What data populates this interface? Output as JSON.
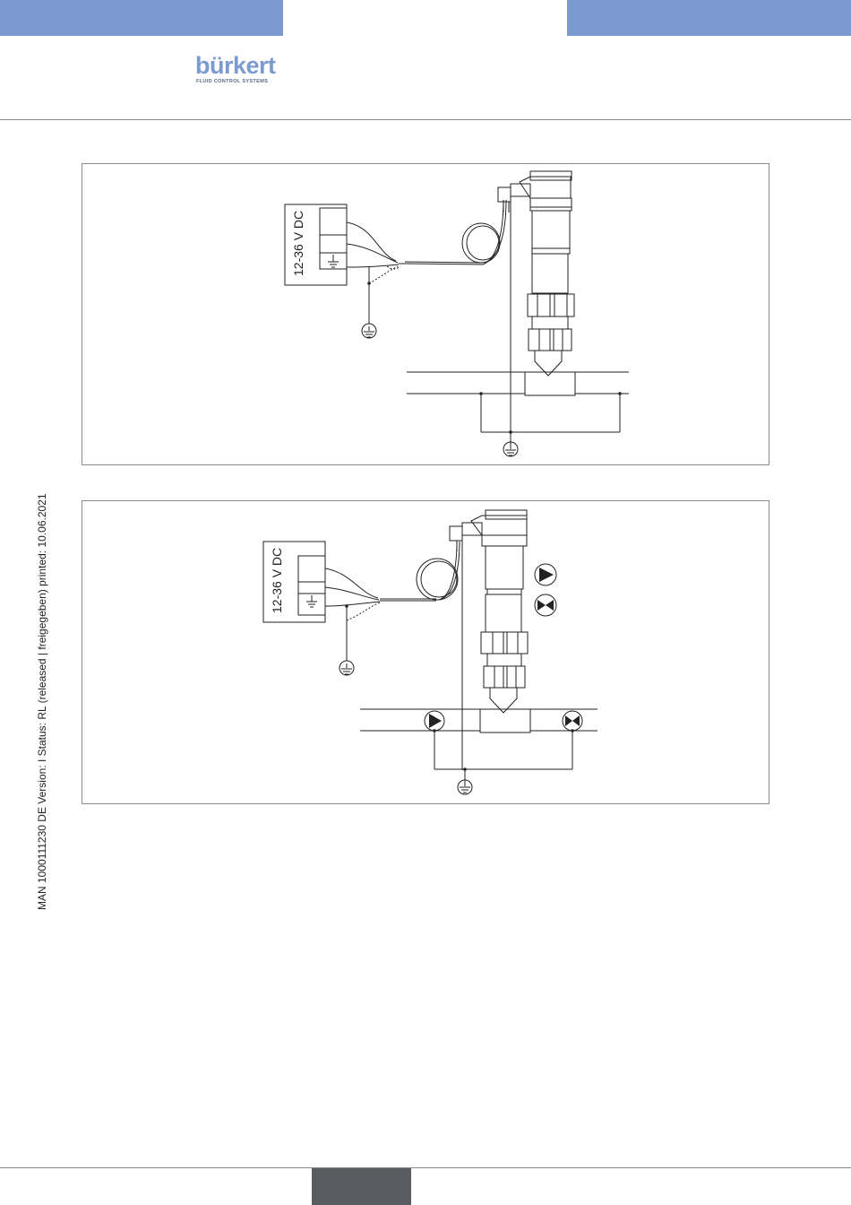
{
  "header": {
    "brand": "bürkert",
    "tagline": "FLUID CONTROL SYSTEMS",
    "accent_color": "#7b9bd0"
  },
  "figure1": {
    "supply_label": "12-36 V DC"
  },
  "figure2": {
    "supply_label": "12-36 V DC"
  },
  "side_note": "MAN  1000111230  DE  Version: I Status: RL (released | freigegeben)  printed: 10.06.2021",
  "icons": [
    "ground-icon",
    "pump-icon",
    "valve-icon",
    "sensor-device-icon"
  ]
}
